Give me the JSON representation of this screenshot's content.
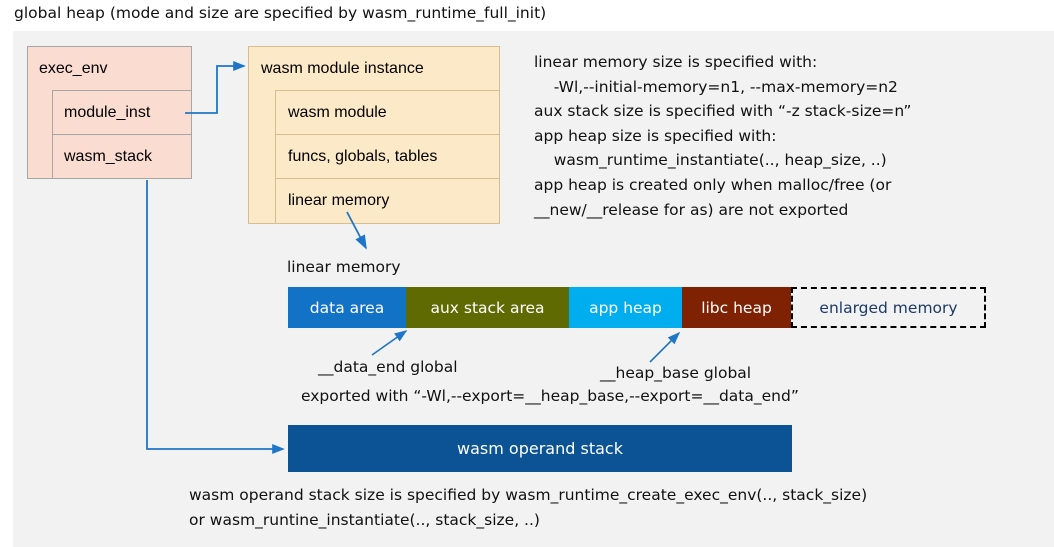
{
  "title": "global heap (mode and size are specified by wasm_runtime_full_init)",
  "exec_env": {
    "header": "exec_env",
    "rows": [
      {
        "label": "module_inst"
      },
      {
        "label": "wasm_stack"
      }
    ]
  },
  "module_instance": {
    "header": "wasm module instance",
    "rows": [
      {
        "label": "wasm module"
      },
      {
        "label": "funcs, globals, tables"
      },
      {
        "label": "linear memory"
      }
    ]
  },
  "notes": "linear memory size is specified with:\n    -Wl,--initial-memory=n1, --max-memory=n2\naux stack size is specified with “-z stack-size=n”\napp heap size is specified with:\n    wasm_runtime_instantiate(.., heap_size, ..)\napp heap is created only when malloc/free (or\n__new/__release for as) are not exported",
  "linear_memory": {
    "caption": "linear memory",
    "segments": [
      {
        "label": "data area",
        "color": "#1273c6",
        "width": 118
      },
      {
        "label": "aux stack area",
        "color": "#5f6b02",
        "width": 163
      },
      {
        "label": "app heap",
        "color": "#00aeef",
        "width": 113
      },
      {
        "label": "libc heap",
        "color": "#7f2204",
        "width": 109
      },
      {
        "label": "enlarged memory",
        "color": "#f2f2f2",
        "width": 195
      }
    ]
  },
  "annotations": {
    "data_end": "__data_end global",
    "heap_base": "__heap_base global",
    "export": "exported with “-Wl,--export=__heap_base,--export=__data_end”"
  },
  "operand_stack": {
    "label": "wasm operand stack",
    "note": "wasm operand stack size is specified by wasm_runtime_create_exec_env(.., stack_size)\nor wasm_runtine_instantiate(.., stack_size, ..)"
  },
  "colors": {
    "panel_bg": "#f2f2f2",
    "exec_env_fill": "#fadcd1",
    "module_fill": "#fce9c7",
    "connector": "#1f76c8",
    "operand_stack_fill": "#0b5394"
  }
}
